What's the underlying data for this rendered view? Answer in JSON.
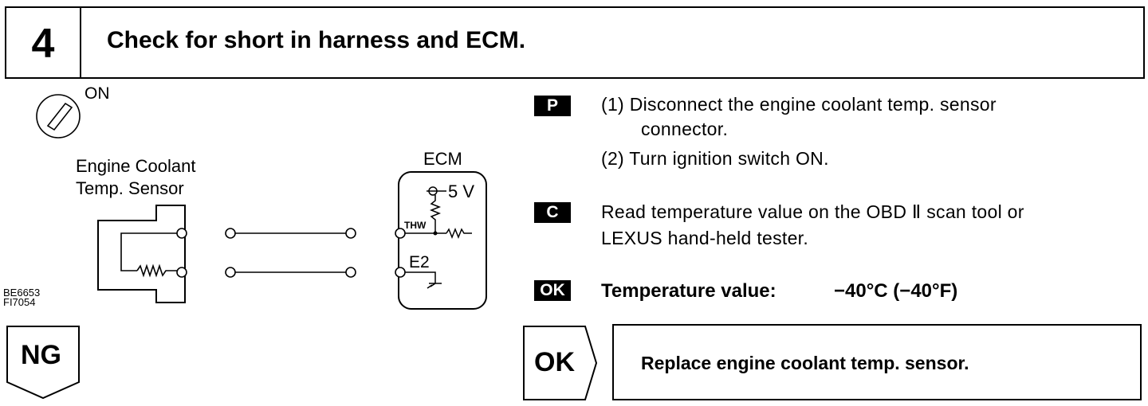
{
  "header": {
    "step_number": "4",
    "title": "Check for short in harness and ECM."
  },
  "diagram": {
    "ignition_label": "ON",
    "sensor_label": "Engine Coolant\nTemp. Sensor",
    "ecm_label": "ECM",
    "voltage_label": "5 V",
    "thw_label": "THW",
    "e2_label": "E2",
    "figure_codes": "BE6653\nFI7054"
  },
  "procedure": {
    "p_badge": "P",
    "p_step1_a": "(1) Disconnect the engine coolant temp. sensor",
    "p_step1_b": "connector.",
    "p_step2": "(2) Turn ignition switch ON.",
    "c_badge": "C",
    "c_line1": "Read temperature value on the OBD Ⅱ scan tool or",
    "c_line2": "LEXUS hand-held tester.",
    "ok_badge": "OK",
    "spec_label": "Temperature value:",
    "spec_value": "−40°C (−40°F)"
  },
  "results": {
    "ok_tag": "OK",
    "ok_action": "Replace engine coolant temp. sensor.",
    "ng_tag": "NG"
  }
}
